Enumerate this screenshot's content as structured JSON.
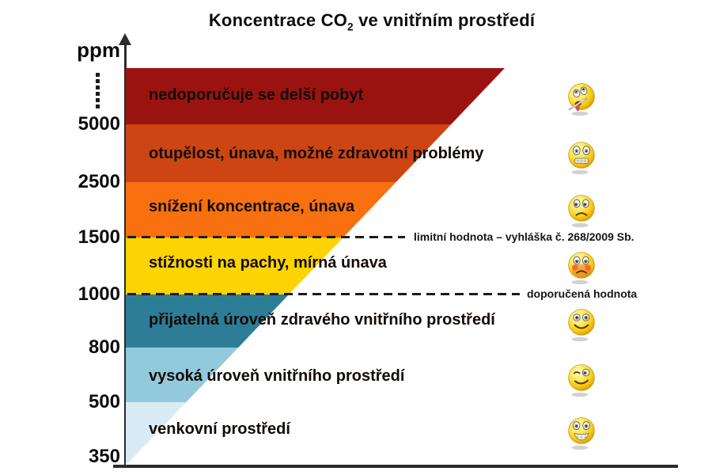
{
  "title": {
    "prefix": "Koncentrace CO",
    "subscript": "2",
    "suffix": " ve vnitřním prostředí"
  },
  "axis": {
    "unit": "ppm",
    "ticks": [
      "5000",
      "2500",
      "1500",
      "1000",
      "800",
      "500",
      "350"
    ]
  },
  "bands": [
    {
      "label": "nedoporučuje se delší pobyt",
      "color": "#9a1310",
      "ppm_from": 5000,
      "ppm_to": null,
      "emoji": "sick-face-thermometer"
    },
    {
      "label": "otupělost, únava, možné zdravotní problémy",
      "color": "#cc4512",
      "ppm_from": 2500,
      "ppm_to": 5000,
      "emoji": "grimacing-face"
    },
    {
      "label": "snížení koncentrace, únava",
      "color": "#f8700f",
      "ppm_from": 1500,
      "ppm_to": 2500,
      "emoji": "sad-face"
    },
    {
      "label": "stížnosti na pachy, mírná únava",
      "color": "#fcd303",
      "ppm_from": 1000,
      "ppm_to": 1500,
      "emoji": "sad-blushing-face"
    },
    {
      "label": "přijatelná úroveň zdravého vnitřního prostředí",
      "color": "#2e7d98",
      "ppm_from": 800,
      "ppm_to": 1000,
      "emoji": "smiling-face"
    },
    {
      "label": "vysoká úroveň vnitřního prostředí",
      "color": "#93c9dd",
      "ppm_from": 500,
      "ppm_to": 800,
      "emoji": "winking-face"
    },
    {
      "label": "venkovní prostředí",
      "color": "#d9ecf5",
      "ppm_from": 350,
      "ppm_to": 500,
      "emoji": "grinning-face"
    }
  ],
  "annotations": {
    "limit": "limitní hodnota  – vyhláška  č. 268/2009 Sb.",
    "recommended": "doporučená hodnota"
  },
  "chart_data": {
    "type": "area",
    "title": "Koncentrace CO2 ve vnitřním prostředí",
    "ylabel": "ppm",
    "yticks": [
      350,
      500,
      800,
      1000,
      1500,
      2500,
      5000
    ],
    "y_scale": "non-linear (equal band heights, triangle narrows toward lower ppm)",
    "grid": false,
    "legend_position": "none",
    "bands": [
      {
        "range_ppm": [
          5000,
          null
        ],
        "label": "nedoporučuje se delší pobyt",
        "color": "#9a1310",
        "mood": "sick-face-thermometer"
      },
      {
        "range_ppm": [
          2500,
          5000
        ],
        "label": "otupělost, únava, možné zdravotní problémy",
        "color": "#cc4512",
        "mood": "grimacing-face"
      },
      {
        "range_ppm": [
          1500,
          2500
        ],
        "label": "snížení koncentrace, únava",
        "color": "#f8700f",
        "mood": "sad-face"
      },
      {
        "range_ppm": [
          1000,
          1500
        ],
        "label": "stížnosti na pachy, mírná únava",
        "color": "#fcd303",
        "mood": "sad-blushing-face"
      },
      {
        "range_ppm": [
          800,
          1000
        ],
        "label": "přijatelná úroveň zdravého vnitřního prostředí",
        "color": "#2e7d98",
        "mood": "smiling-face"
      },
      {
        "range_ppm": [
          500,
          800
        ],
        "label": "vysoká úroveň vnitřního prostředí",
        "color": "#93c9dd",
        "mood": "winking-face"
      },
      {
        "range_ppm": [
          350,
          500
        ],
        "label": "venkovní prostředí",
        "color": "#d9ecf5",
        "mood": "grinning-face"
      }
    ],
    "reference_lines": [
      {
        "ppm": 1500,
        "label": "limitní hodnota  – vyhláška  č. 268/2009 Sb.",
        "style": "dashed"
      },
      {
        "ppm": 1000,
        "label": "doporučená hodnota",
        "style": "dashed"
      }
    ]
  }
}
